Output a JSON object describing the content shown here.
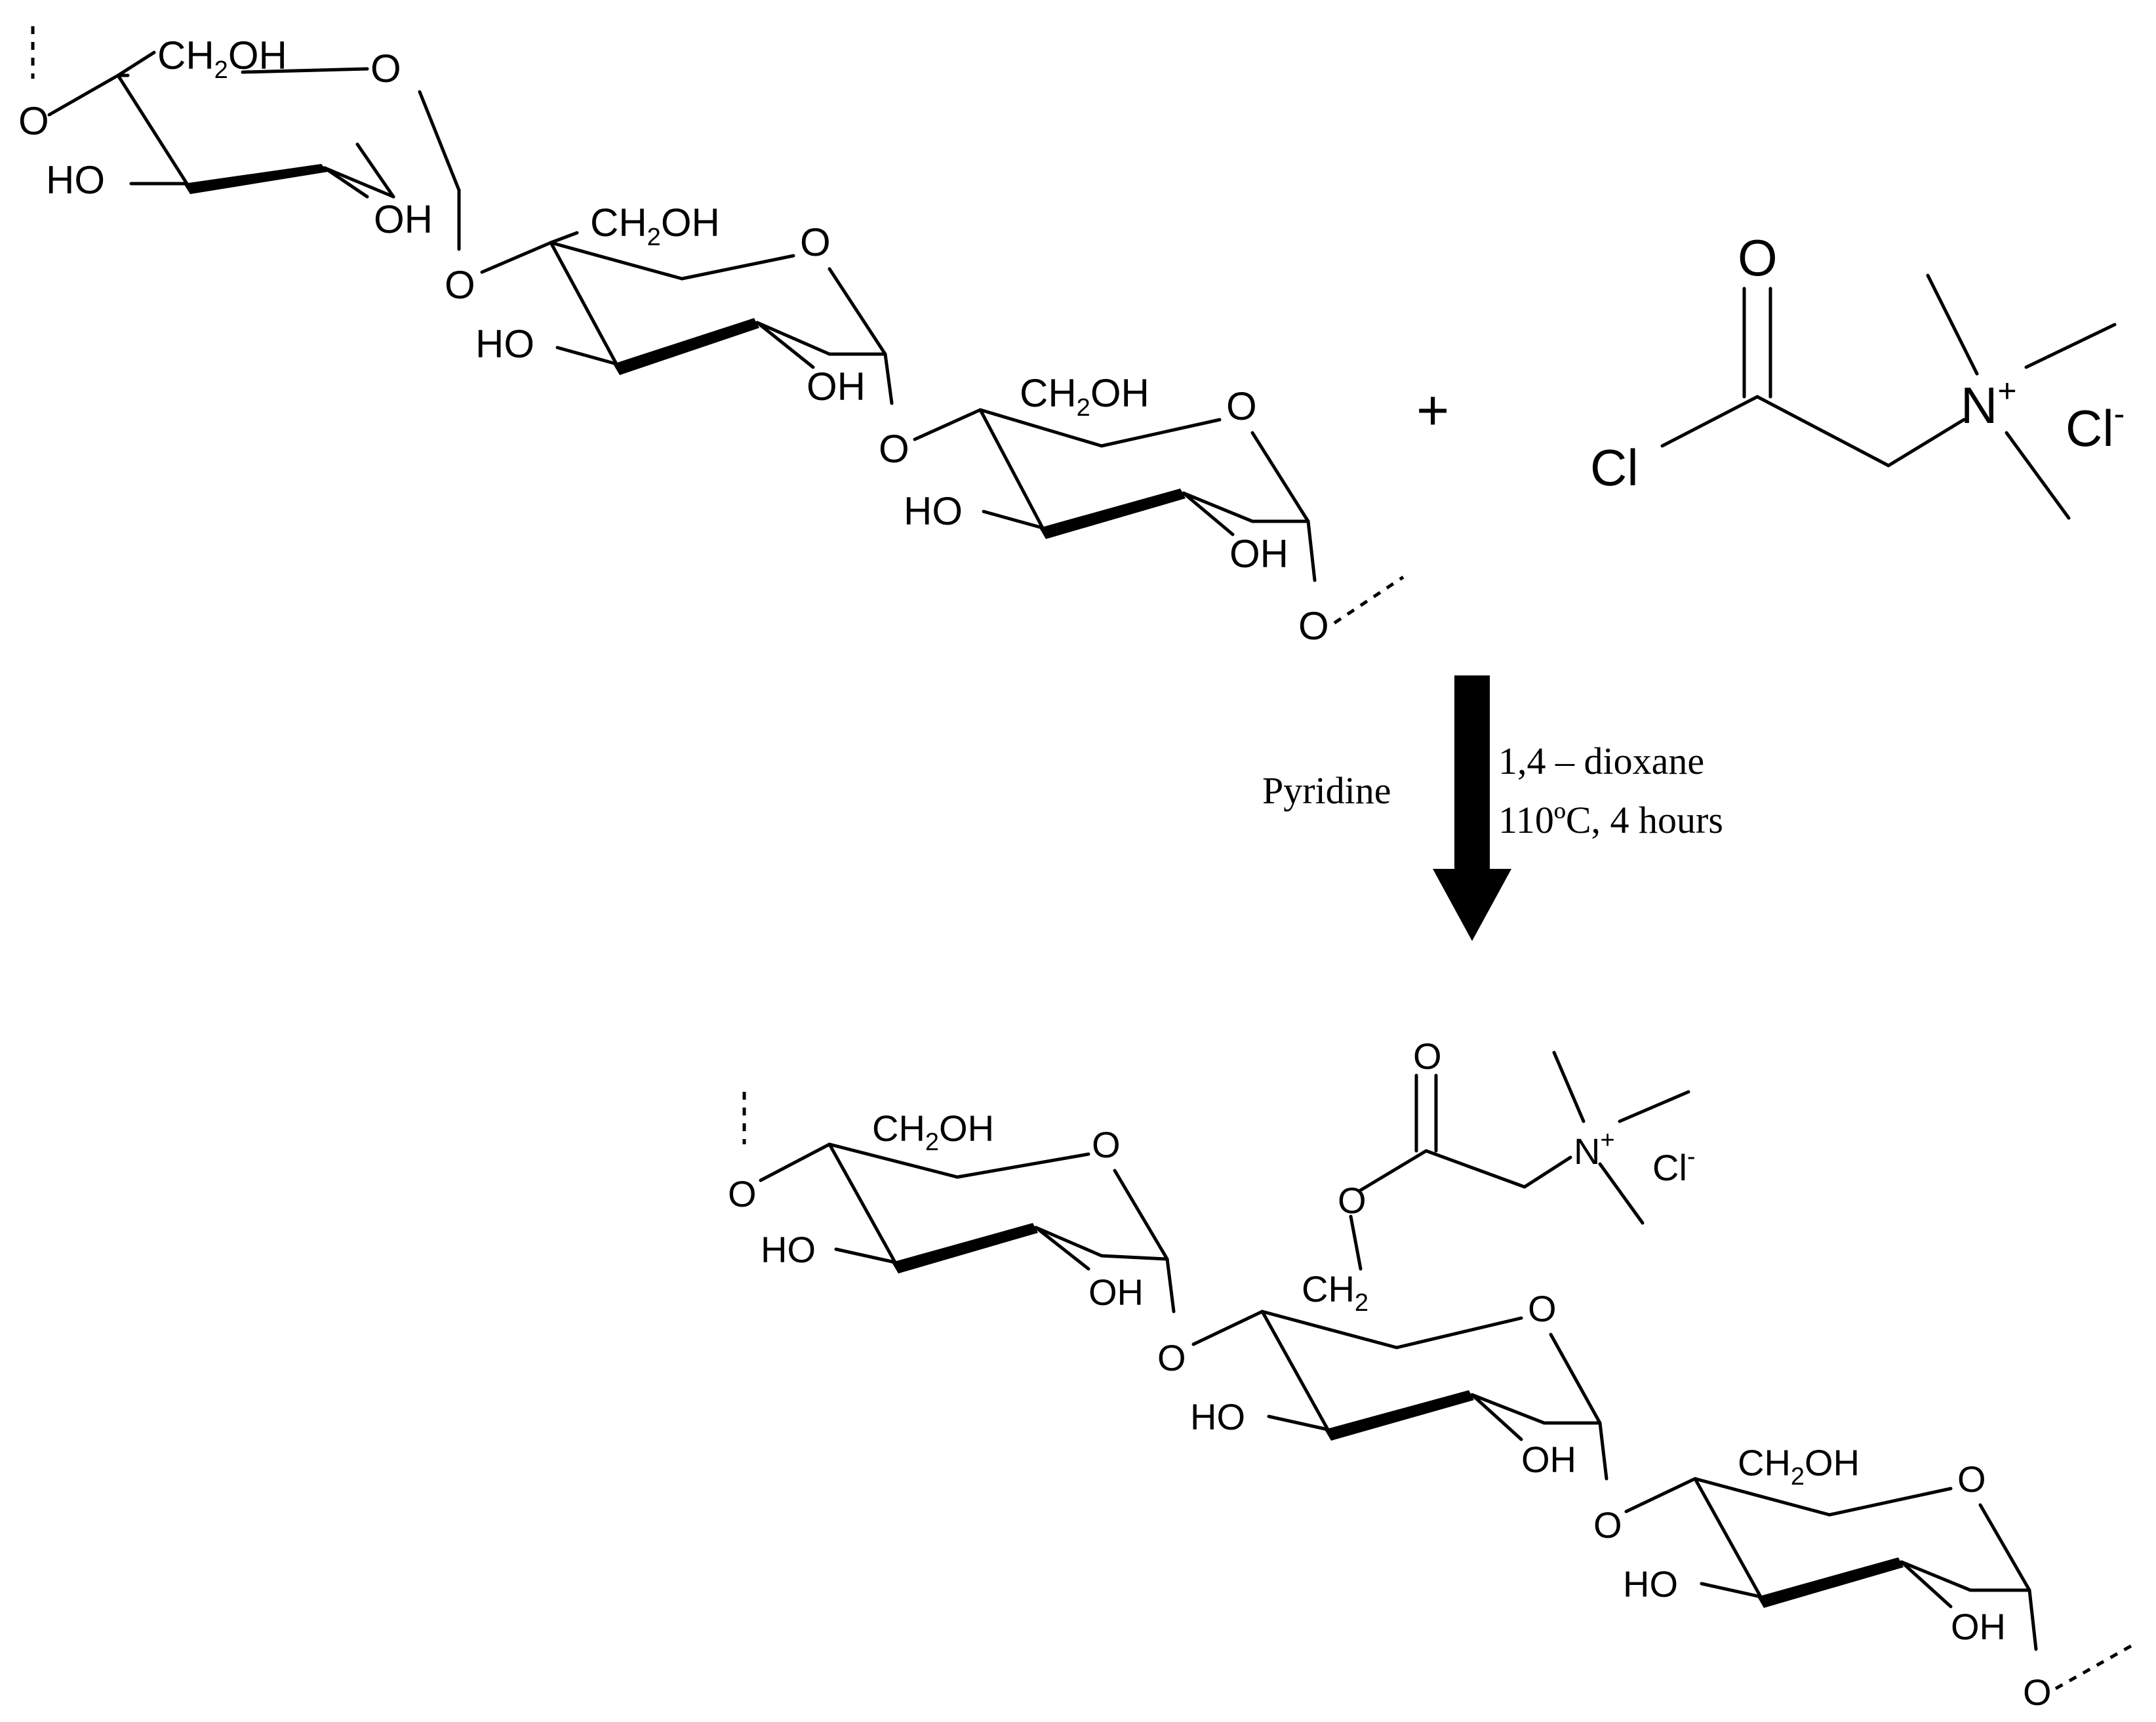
{
  "reactant_polymer": {
    "units": [
      {
        "ch2oh": [
          "CH",
          "2",
          "OH"
        ],
        "ring_o": "O",
        "oh3": "HO",
        "oh2": "OH",
        "link_o": "O"
      },
      {
        "ch2oh": [
          "CH",
          "2",
          "OH"
        ],
        "ring_o": "O",
        "oh3": "HO",
        "oh2": "OH",
        "link_o": "O"
      },
      {
        "ch2oh": [
          "CH",
          "2",
          "OH"
        ],
        "ring_o": "O",
        "oh3": "HO",
        "oh2": "OH",
        "link_o": "O"
      }
    ],
    "end_o": "O"
  },
  "plus": "+",
  "reagent": {
    "carbonyl_o": "O",
    "cl": "Cl",
    "n": "N",
    "n_charge": "+",
    "counter": "Cl",
    "counter_charge": "-"
  },
  "conditions": {
    "left": "Pyridine",
    "right_line1": "1,4 – dioxane",
    "right_line2": "110ºC, 4 hours"
  },
  "product_polymer": {
    "unit1": {
      "ch2oh": [
        "CH",
        "2",
        "OH"
      ],
      "ring_o": "O",
      "oh3": "HO",
      "oh2": "OH",
      "link_o": "O"
    },
    "unit2": {
      "ch2": [
        "CH",
        "2"
      ],
      "ring_o": "O",
      "oh3": "HO",
      "oh2": "OH",
      "link_o": "O",
      "ester_o": "O",
      "carbonyl_o": "O",
      "n": "N",
      "n_charge": "+",
      "counter": "Cl",
      "counter_charge": "-"
    },
    "unit3": {
      "ch2oh": [
        "CH",
        "2",
        "OH"
      ],
      "ring_o": "O",
      "oh3": "HO",
      "oh2": "OH",
      "end_o": "O"
    },
    "start_o": "O"
  }
}
